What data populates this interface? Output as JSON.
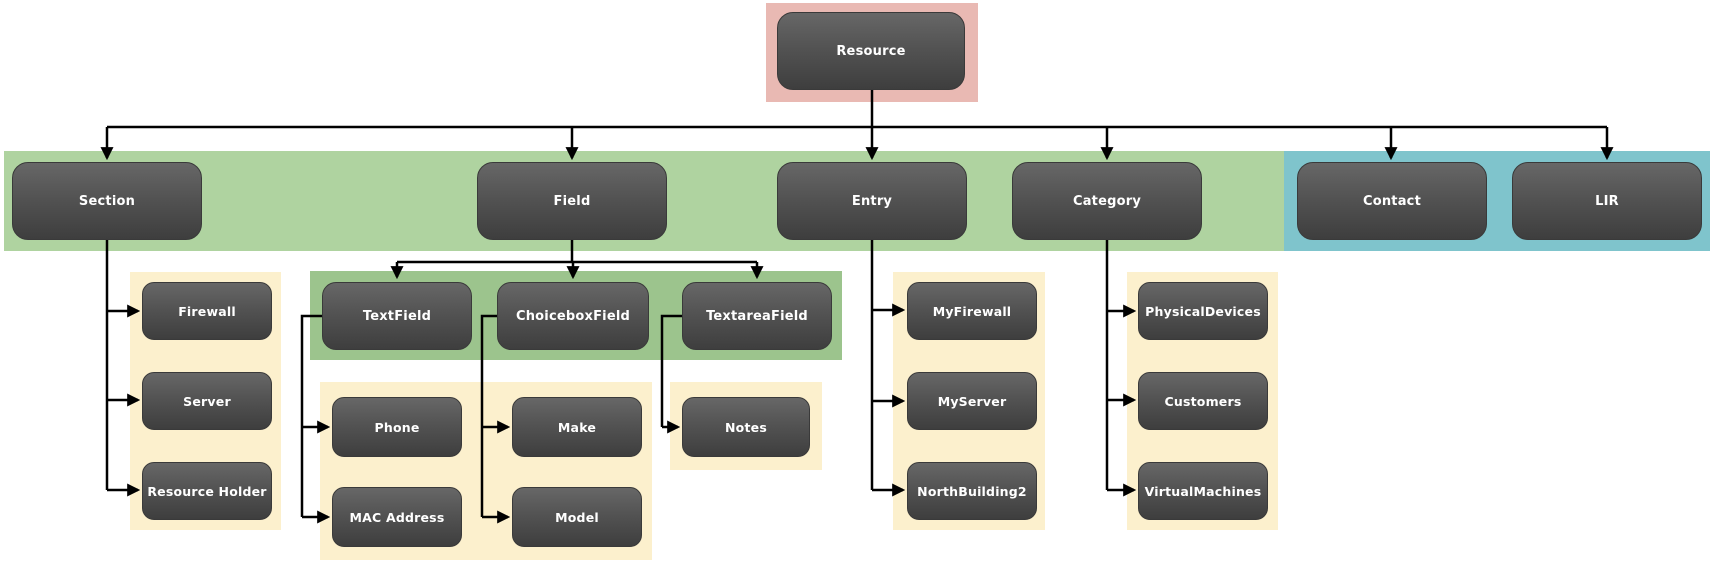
{
  "palette": {
    "root_highlight_pink": "#e9b9b3",
    "level2_band_green": "#afd3a0",
    "level2_band_teal": "#7fc4cc",
    "field_types_band_green": "#9cc48d",
    "children_panel_yellow": "#fcf0cd",
    "node_fill_top": "#676767",
    "node_fill_bottom": "#3e3e3e",
    "node_text": "#ffffff",
    "connector": "#000000"
  },
  "nodes": {
    "resource": "Resource",
    "section": "Section",
    "field": "Field",
    "entry": "Entry",
    "category": "Category",
    "contact": "Contact",
    "lir": "LIR",
    "firewall": "Firewall",
    "server": "Server",
    "resource_holder": "Resource Holder",
    "textfield": "TextField",
    "choiceboxfield": "ChoiceboxField",
    "textareafield": "TextareaField",
    "phone": "Phone",
    "mac_address": "MAC Address",
    "make": "Make",
    "model": "Model",
    "notes": "Notes",
    "myfirewall": "MyFirewall",
    "myserver": "MyServer",
    "northbuilding2": "NorthBuilding2",
    "physicaldevices": "PhysicalDevices",
    "customers": "Customers",
    "virtualmachines": "VirtualMachines"
  },
  "hierarchy": {
    "Resource": [
      "Section",
      "Field",
      "Entry",
      "Category",
      "Contact",
      "LIR"
    ],
    "Section": [
      "Firewall",
      "Server",
      "Resource Holder"
    ],
    "Field": [
      "TextField",
      "ChoiceboxField",
      "TextareaField"
    ],
    "TextField": [
      "Phone",
      "MAC Address"
    ],
    "ChoiceboxField": [
      "Make",
      "Model"
    ],
    "TextareaField": [
      "Notes"
    ],
    "Entry": [
      "MyFirewall",
      "MyServer",
      "NorthBuilding2"
    ],
    "Category": [
      "PhysicalDevices",
      "Customers",
      "VirtualMachines"
    ],
    "Contact": [],
    "LIR": []
  }
}
